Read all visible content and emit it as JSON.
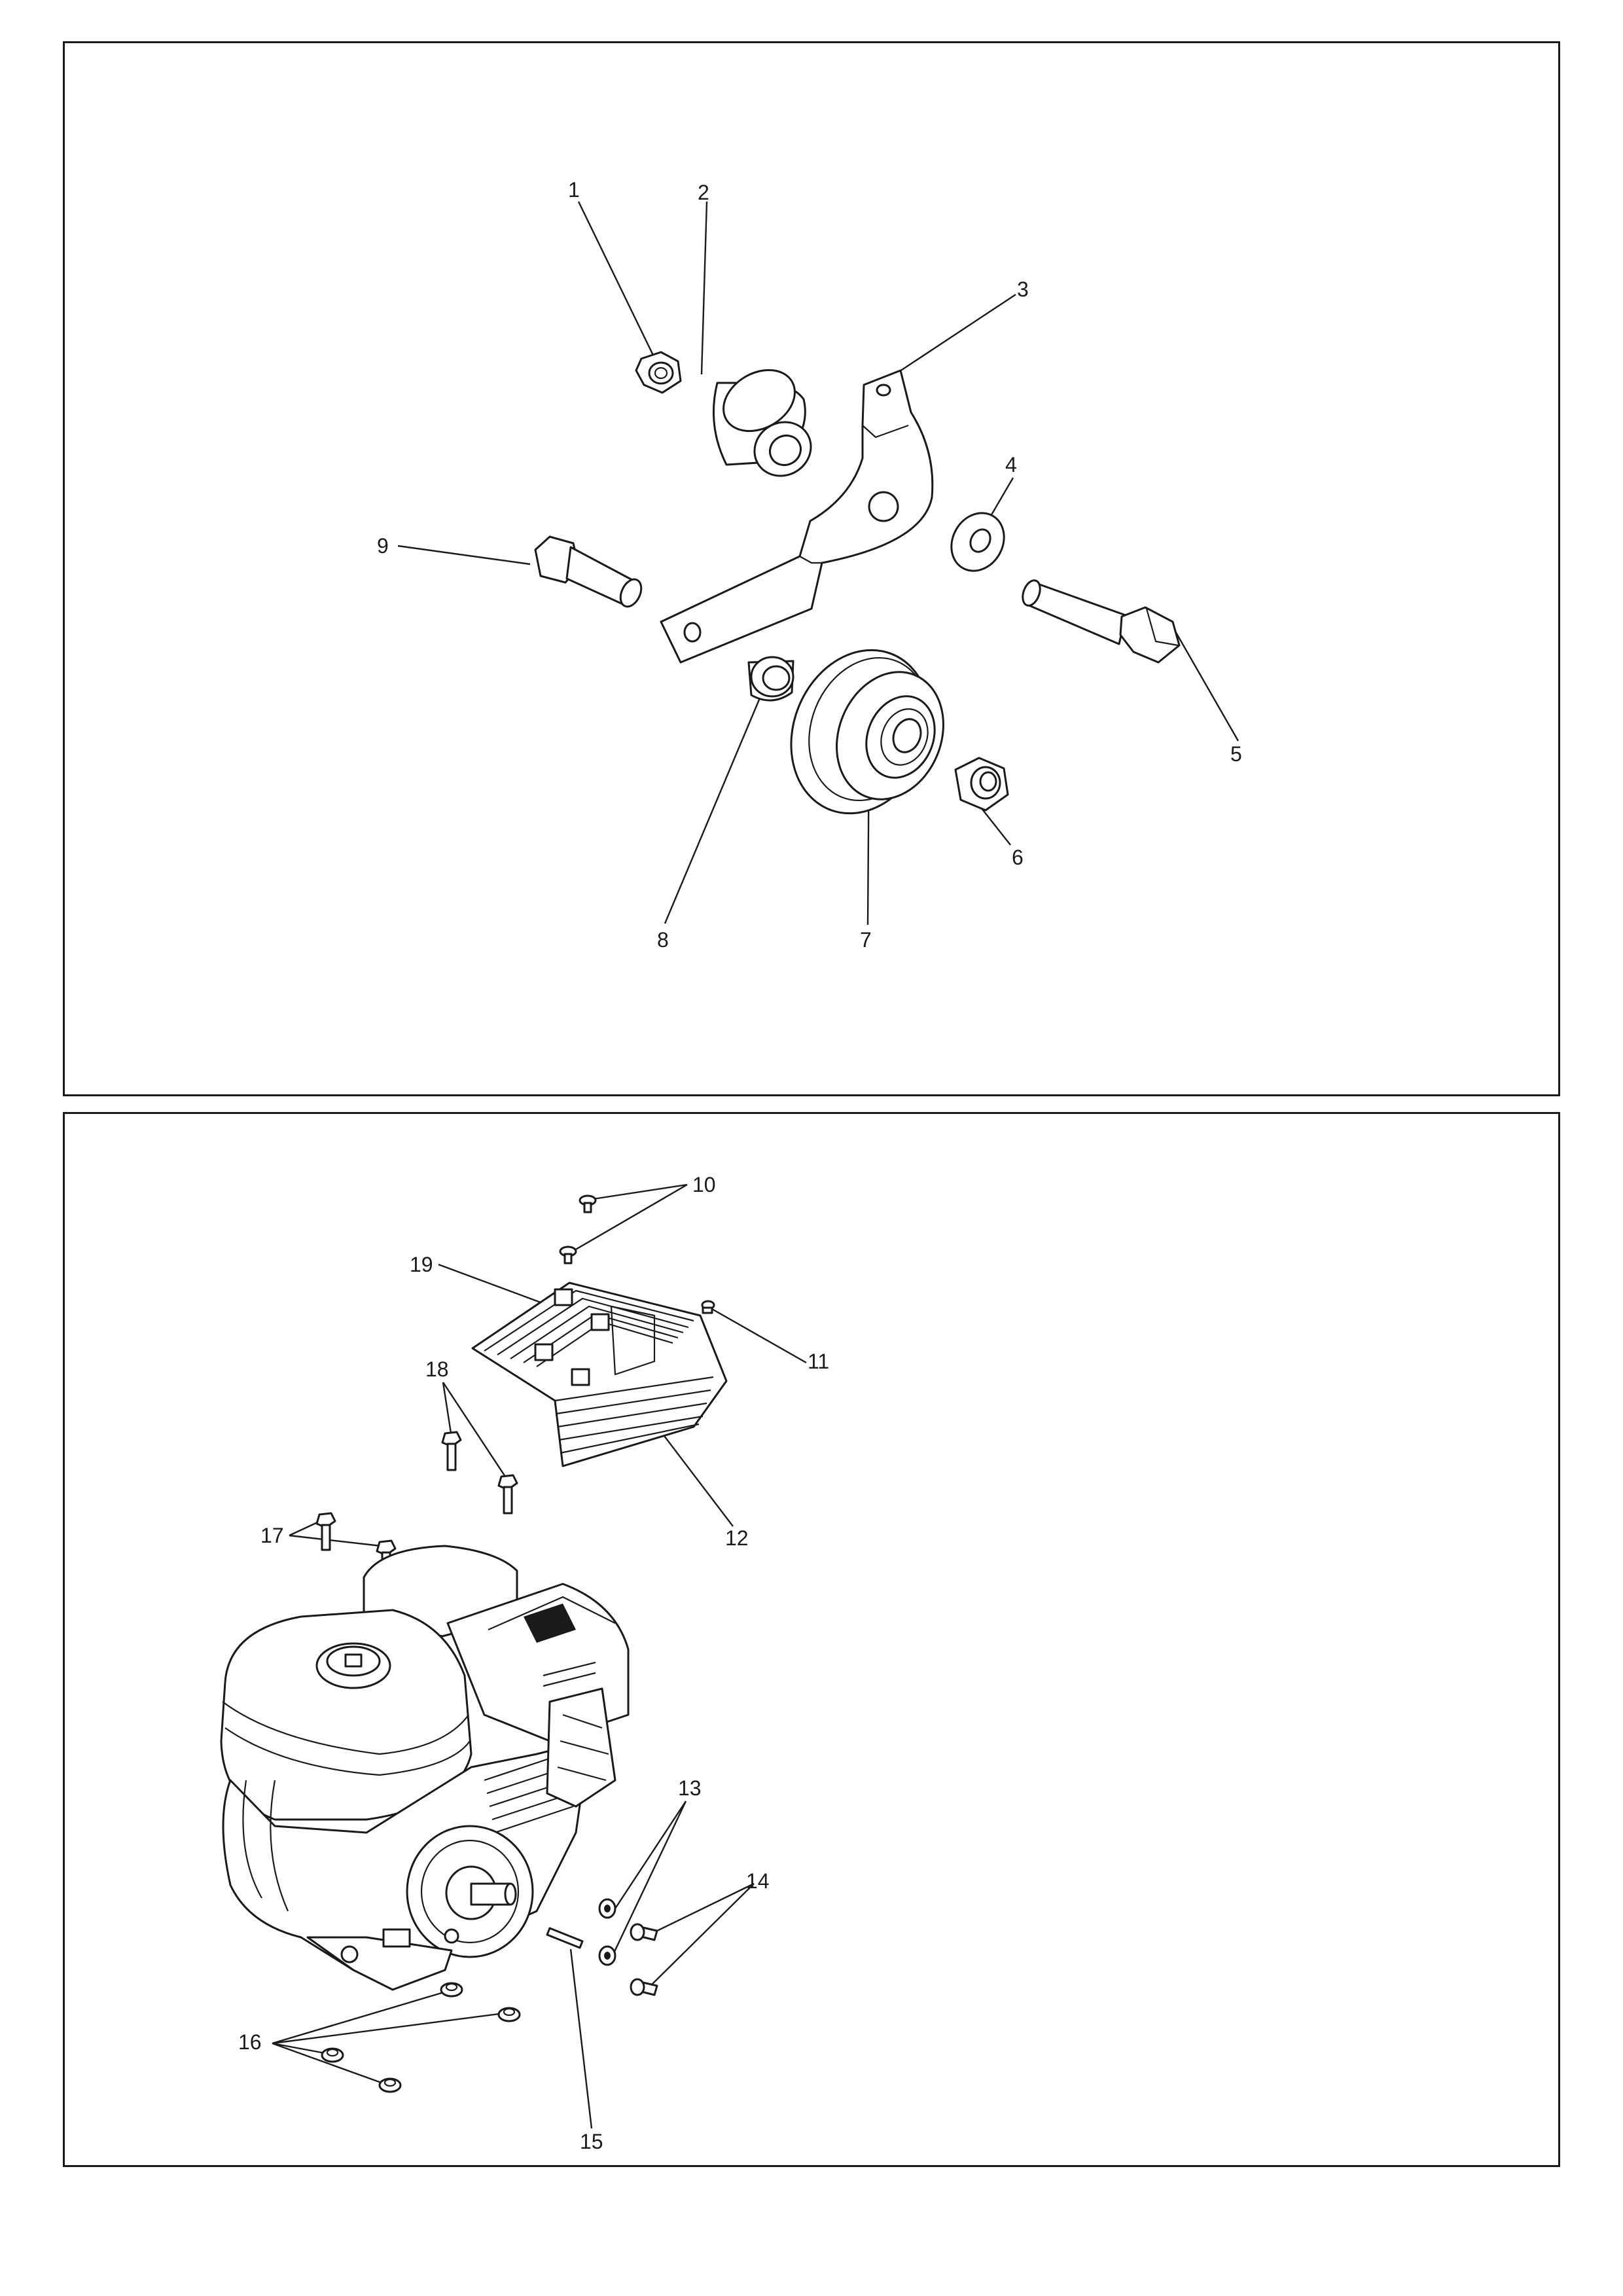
{
  "panels": [
    {
      "id": "pulley-assembly"
    },
    {
      "id": "engine-assembly"
    }
  ],
  "callouts": {
    "c1": "1",
    "c2": "2",
    "c3": "3",
    "c4": "4",
    "c5": "5",
    "c6": "6",
    "c7": "7",
    "c8": "8",
    "c9": "9",
    "c10": "10",
    "c11": "11",
    "c12": "12",
    "c13": "13",
    "c14": "14",
    "c15": "15",
    "c16": "16",
    "c17": "17",
    "c18": "18",
    "c19": "19"
  },
  "parts": [
    {
      "ref": "1",
      "icon": "hex-nut-icon"
    },
    {
      "ref": "2",
      "icon": "bushing-sleeve-icon"
    },
    {
      "ref": "3",
      "icon": "tensioner-bracket-icon"
    },
    {
      "ref": "4",
      "icon": "flat-washer-icon"
    },
    {
      "ref": "5",
      "icon": "hex-bolt-icon"
    },
    {
      "ref": "6",
      "icon": "lock-nut-icon"
    },
    {
      "ref": "7",
      "icon": "idler-pulley-icon"
    },
    {
      "ref": "8",
      "icon": "spacer-icon"
    },
    {
      "ref": "9",
      "icon": "shoulder-bolt-icon"
    },
    {
      "ref": "10",
      "icon": "screw-icon"
    },
    {
      "ref": "11",
      "icon": "screw-icon"
    },
    {
      "ref": "12",
      "icon": "muffler-guard-icon"
    },
    {
      "ref": "13",
      "icon": "washer-icon"
    },
    {
      "ref": "14",
      "icon": "bolt-icon"
    },
    {
      "ref": "15",
      "icon": "shaft-key-icon"
    },
    {
      "ref": "16",
      "icon": "flange-nut-icon"
    },
    {
      "ref": "17",
      "icon": "bolt-icon"
    },
    {
      "ref": "18",
      "icon": "bolt-icon"
    },
    {
      "ref": "19",
      "icon": "guard-bracket-icon"
    }
  ],
  "engine": {
    "icon": "engine-icon"
  }
}
